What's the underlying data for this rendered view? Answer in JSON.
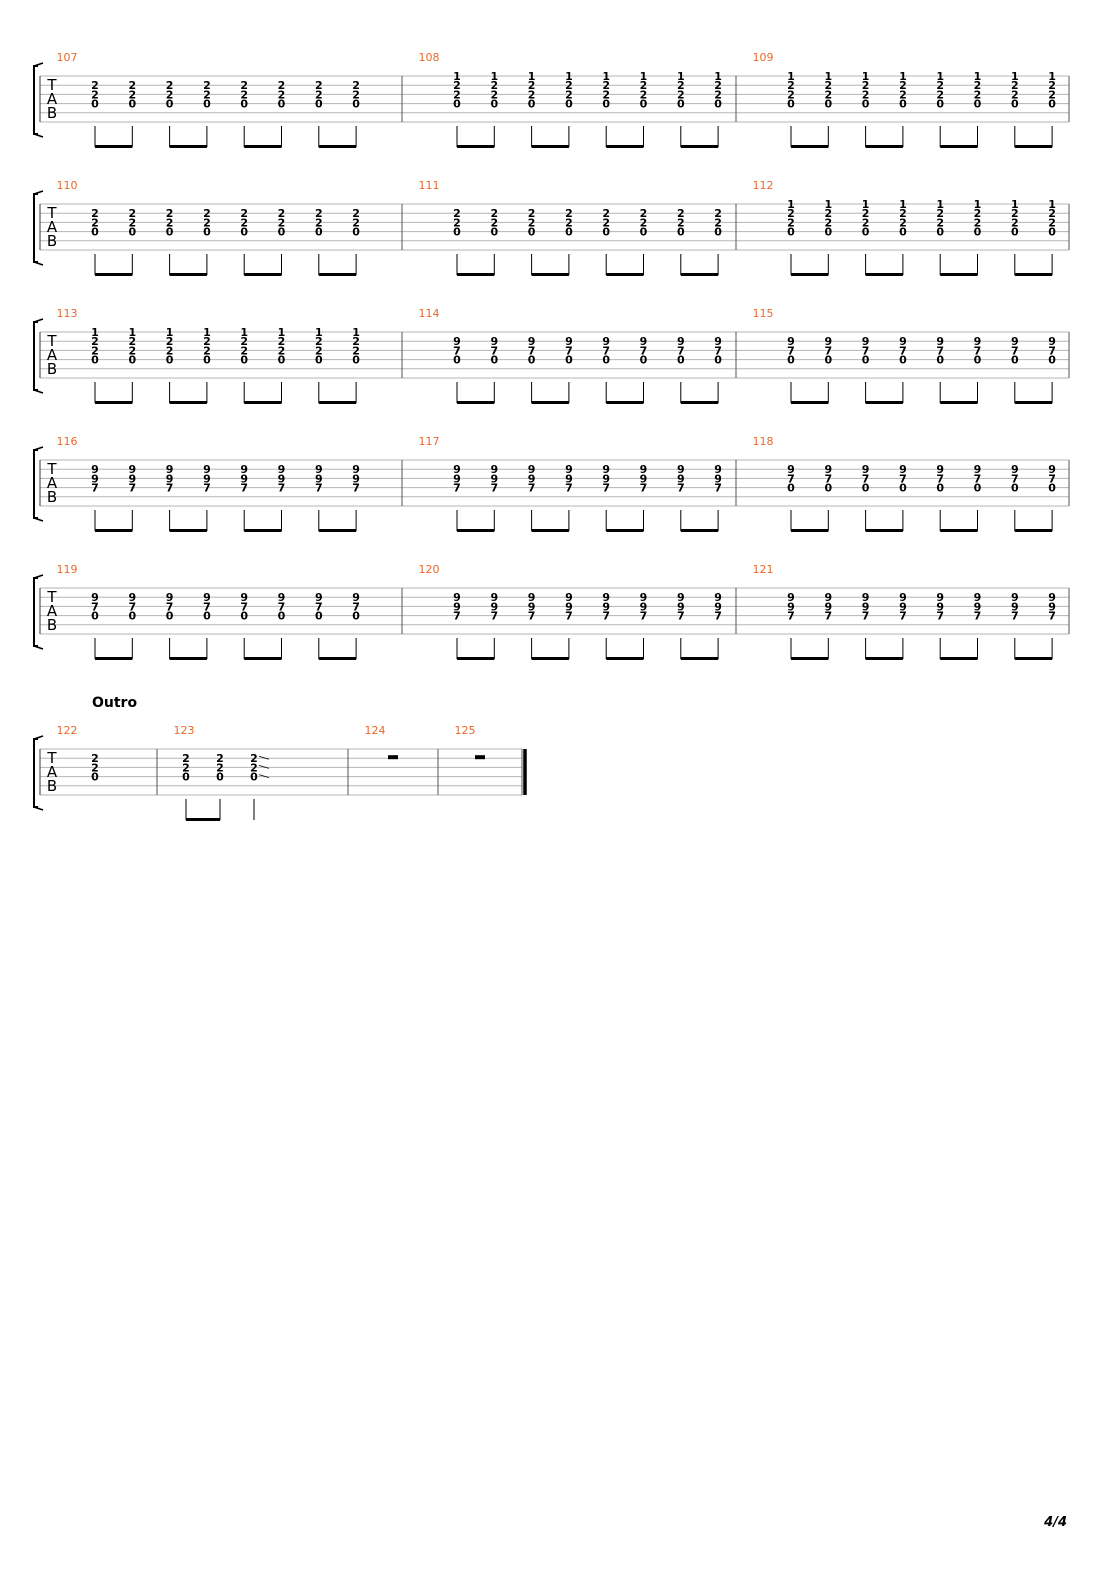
{
  "section_label": "Outro",
  "tab_clef": [
    "T",
    "A",
    "B"
  ],
  "page_number": "4/4",
  "colors": {
    "bar_number": "#e8692c",
    "staff_line": "#b5b5b5",
    "ink": "#000000"
  },
  "systems": [
    {
      "bars": [
        {
          "number": "107",
          "chord": [
            "",
            "2",
            "2",
            "0",
            "",
            ""
          ],
          "count": 8
        },
        {
          "number": "108",
          "chord": [
            "1",
            "2",
            "2",
            "0",
            "",
            ""
          ],
          "count": 8
        },
        {
          "number": "109",
          "chord": [
            "1",
            "2",
            "2",
            "0",
            "",
            ""
          ],
          "count": 8
        }
      ]
    },
    {
      "bars": [
        {
          "number": "110",
          "chord": [
            "",
            "2",
            "2",
            "0",
            "",
            ""
          ],
          "count": 8
        },
        {
          "number": "111",
          "chord": [
            "",
            "2",
            "2",
            "0",
            "",
            ""
          ],
          "count": 8
        },
        {
          "number": "112",
          "chord": [
            "1",
            "2",
            "2",
            "0",
            "",
            ""
          ],
          "count": 8
        }
      ]
    },
    {
      "bars": [
        {
          "number": "113",
          "chord": [
            "1",
            "2",
            "2",
            "0",
            "",
            ""
          ],
          "count": 8
        },
        {
          "number": "114",
          "chord": [
            "",
            "9",
            "7",
            "0",
            "",
            ""
          ],
          "count": 8
        },
        {
          "number": "115",
          "chord": [
            "",
            "9",
            "7",
            "0",
            "",
            ""
          ],
          "count": 8
        }
      ]
    },
    {
      "bars": [
        {
          "number": "116",
          "chord": [
            "",
            "9",
            "9",
            "7",
            "",
            ""
          ],
          "count": 8
        },
        {
          "number": "117",
          "chord": [
            "",
            "9",
            "9",
            "7",
            "",
            ""
          ],
          "count": 8
        },
        {
          "number": "118",
          "chord": [
            "",
            "9",
            "7",
            "0",
            "",
            ""
          ],
          "count": 8
        }
      ]
    },
    {
      "bars": [
        {
          "number": "119",
          "chord": [
            "",
            "9",
            "7",
            "0",
            "",
            ""
          ],
          "count": 8
        },
        {
          "number": "120",
          "chord": [
            "",
            "9",
            "9",
            "7",
            "",
            ""
          ],
          "count": 8
        },
        {
          "number": "121",
          "chord": [
            "",
            "9",
            "9",
            "7",
            "",
            ""
          ],
          "count": 8
        }
      ]
    },
    {
      "bars": [
        {
          "number": "122",
          "chord": [
            "",
            "2",
            "2",
            "0",
            "",
            ""
          ],
          "count": 1
        },
        {
          "number": "123",
          "chord": [
            "",
            "2",
            "2",
            "0",
            "",
            ""
          ],
          "count": 3
        },
        {
          "number": "124",
          "chord": [],
          "count": 0,
          "rest": true
        },
        {
          "number": "125",
          "chord": [],
          "count": 0,
          "rest": true
        }
      ]
    }
  ]
}
